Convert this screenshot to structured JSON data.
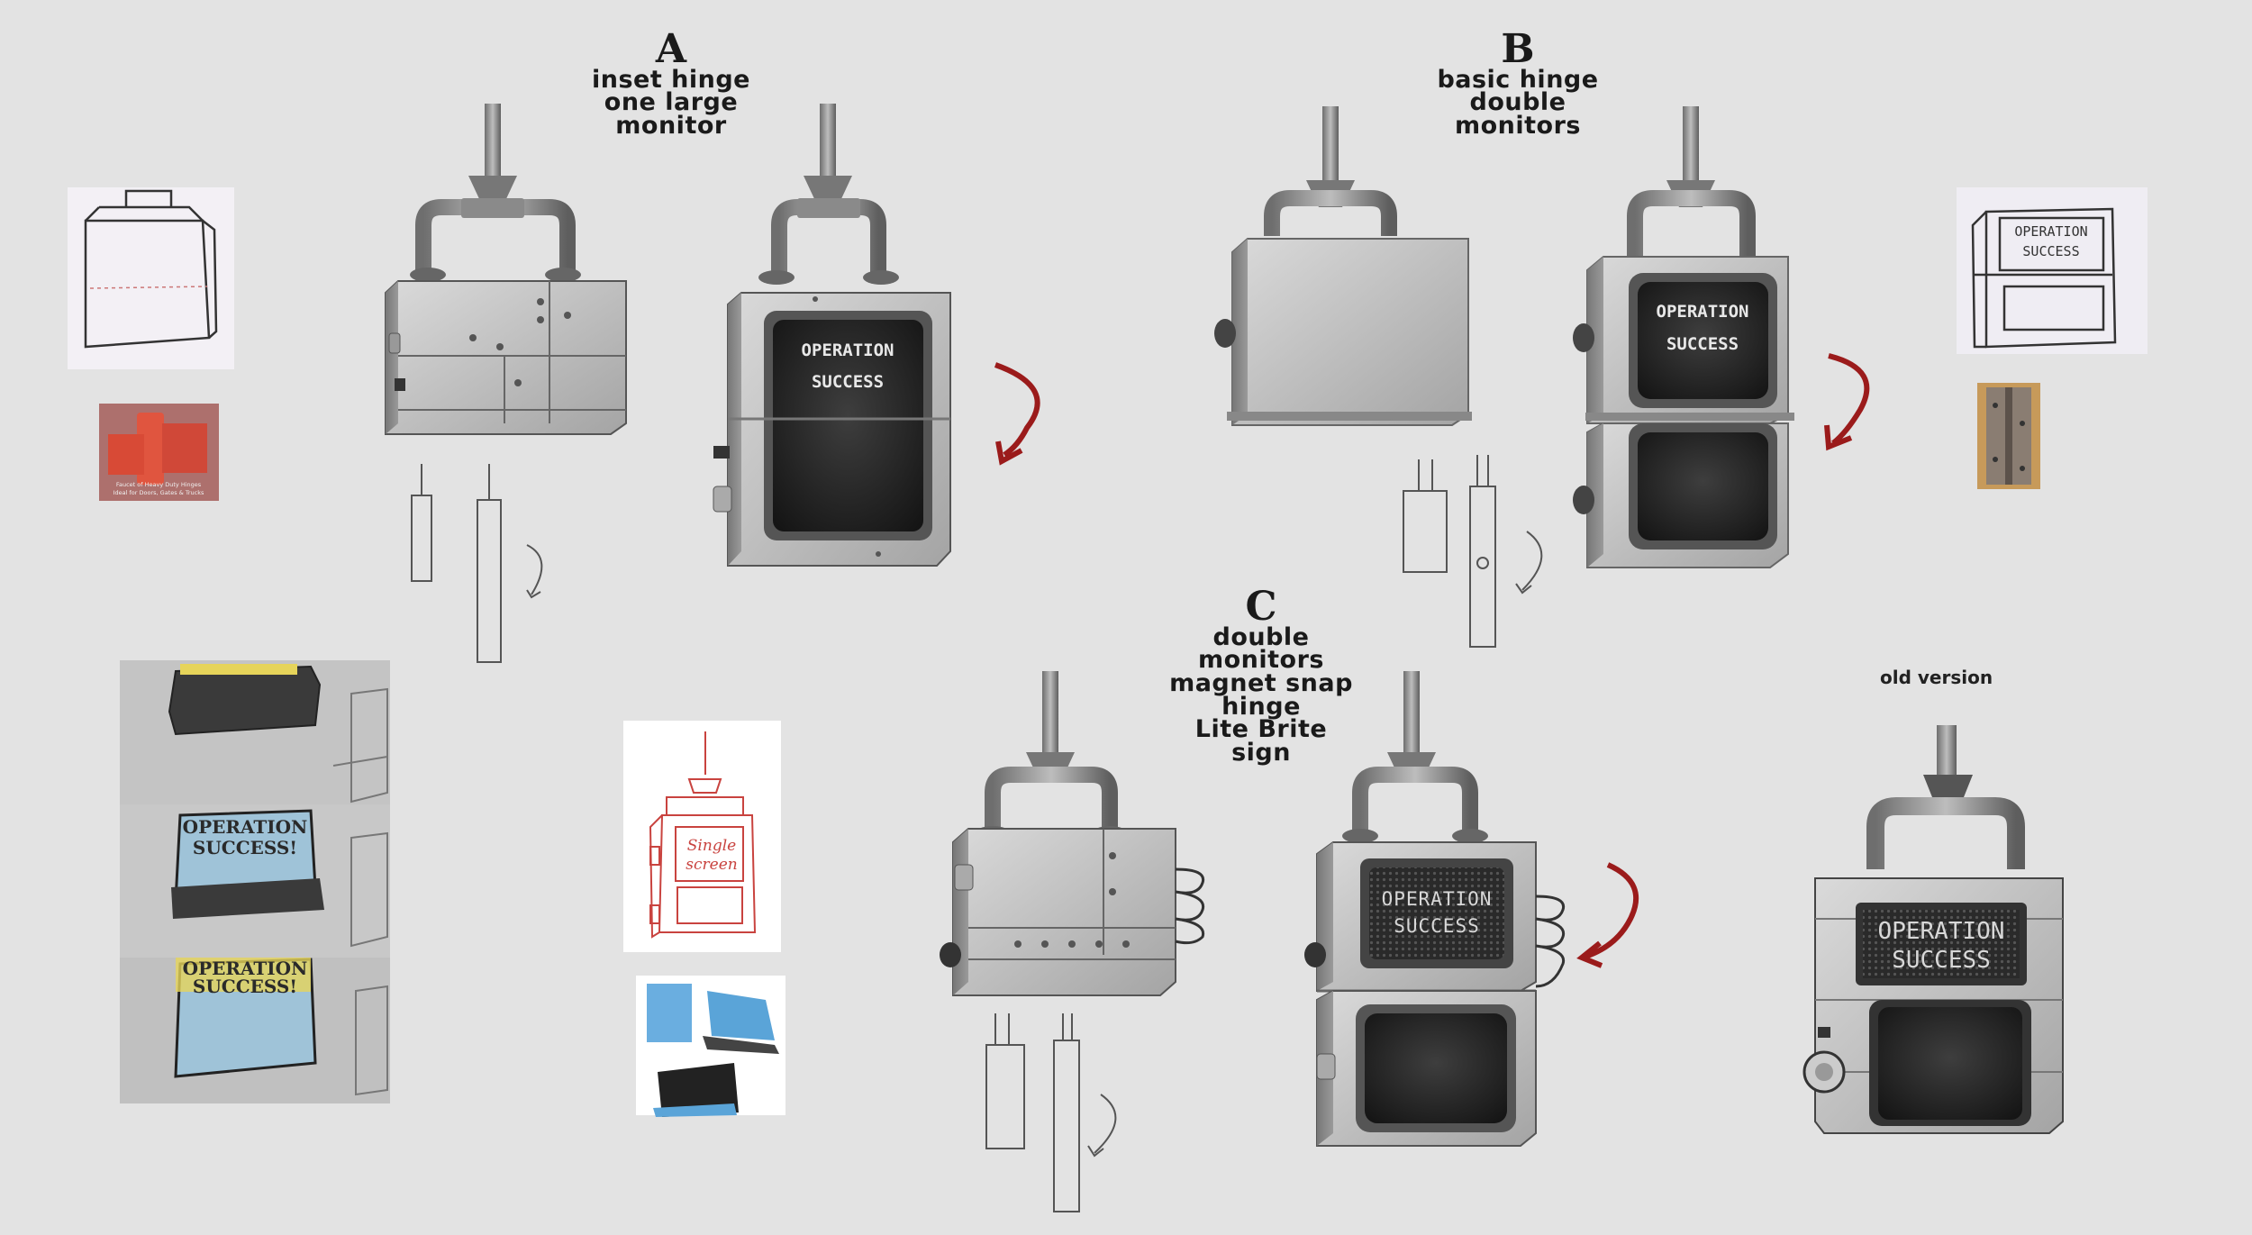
{
  "labels": {
    "a": {
      "letter": "A",
      "lines": [
        "inset hinge",
        "one large",
        "monitor"
      ]
    },
    "b": {
      "letter": "B",
      "lines": [
        "basic hinge",
        "double",
        "monitors"
      ]
    },
    "c": {
      "letter": "C",
      "lines": [
        "double",
        "monitors",
        "magnet snap",
        "hinge",
        "Lite Brite",
        "sign"
      ]
    }
  },
  "old_version": "old version",
  "screen_text": {
    "line1": "OPERATION",
    "line2": "SUCCESS"
  },
  "sign_text": {
    "line1": "OPERATION",
    "line2": "SUCCESS"
  },
  "sketch_text": {
    "a": "Single",
    "b": "screen"
  },
  "sketch_b_text": {
    "line1": "OPERATION",
    "line2": "SUCCESS"
  },
  "storyboard_text": {
    "line1": "OPERATION",
    "line2": "SUCCESS!"
  },
  "photo_caption": {
    "line1": "Faucet of Heavy Duty Hinges",
    "line2": "Ideal for Doors, Gates & Trucks"
  },
  "colors": {
    "background": "#e3e3e3",
    "arrow": "#9b1b1b",
    "sketch_red": "#c9433f",
    "device_body": "#bdbdbd",
    "screen": "#222222"
  }
}
